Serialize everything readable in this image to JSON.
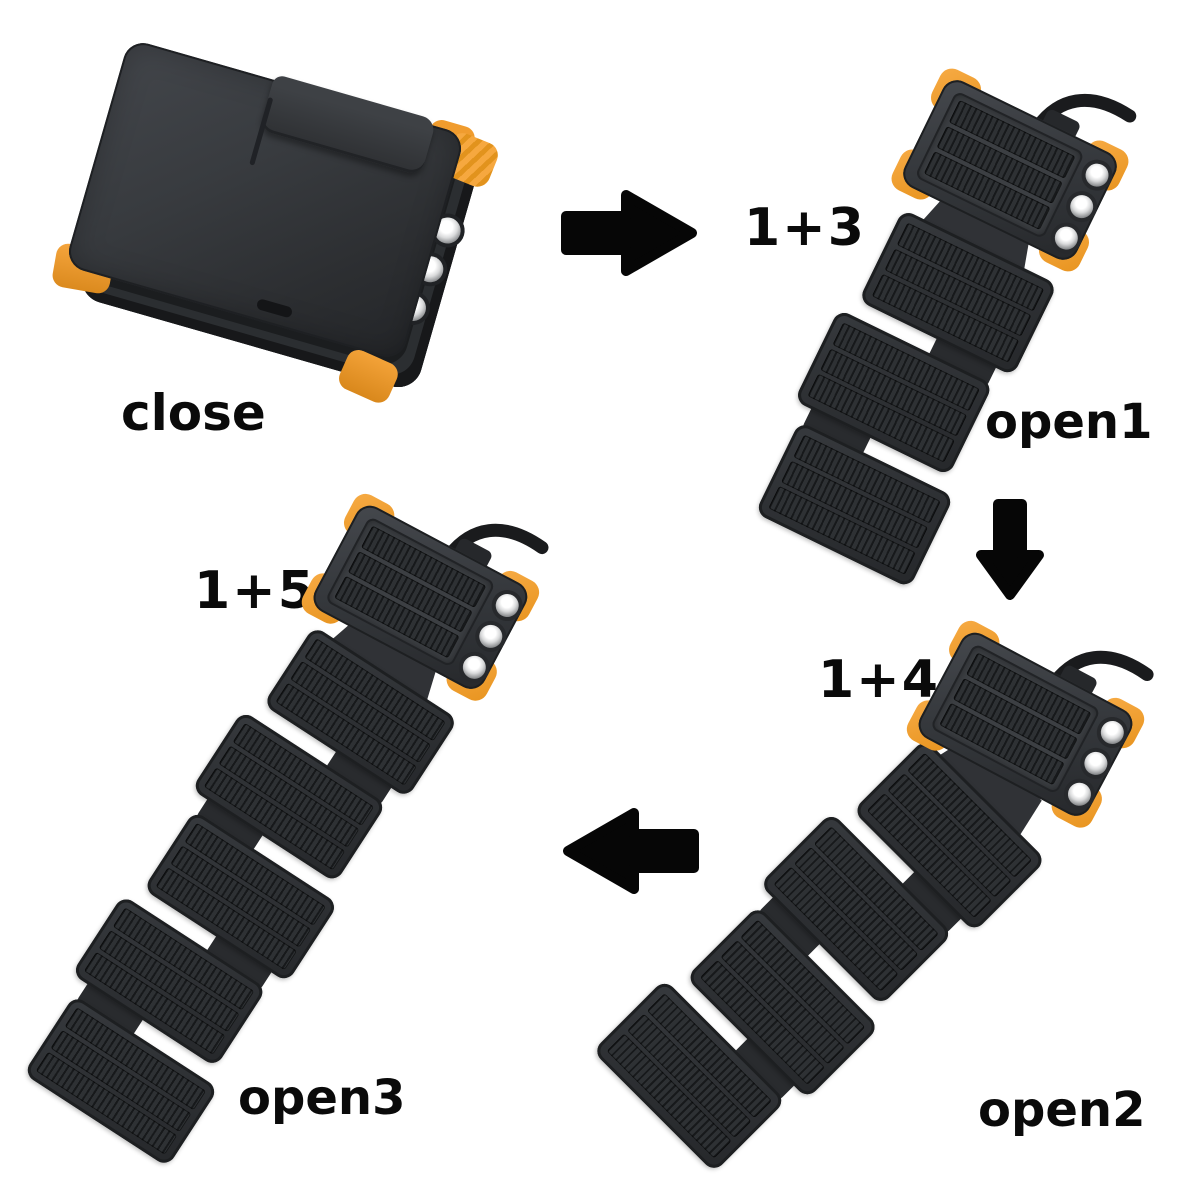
{
  "page": {
    "background": "#ffffff"
  },
  "colors": {
    "accent_orange": "#f5a43c",
    "device_body_dark": "#2f3236",
    "solar_cell_dark": "#1a1c1e",
    "label_text": "#0a0a0a",
    "arrow_black": "#060606",
    "led_silver": "#e8e8e8"
  },
  "states": {
    "close": {
      "label": "close"
    },
    "open1": {
      "label": "open1",
      "badge": "1+3",
      "solar_panels": 3
    },
    "open2": {
      "label": "open2",
      "badge": "1+4",
      "solar_panels": 4
    },
    "open3": {
      "label": "open3",
      "badge": "1+5",
      "solar_panels": 5
    }
  },
  "flow_arrows": [
    {
      "icon": "arrow-right-icon",
      "direction": "right"
    },
    {
      "icon": "arrow-down-icon",
      "direction": "down"
    },
    {
      "icon": "arrow-left-icon",
      "direction": "left"
    }
  ]
}
